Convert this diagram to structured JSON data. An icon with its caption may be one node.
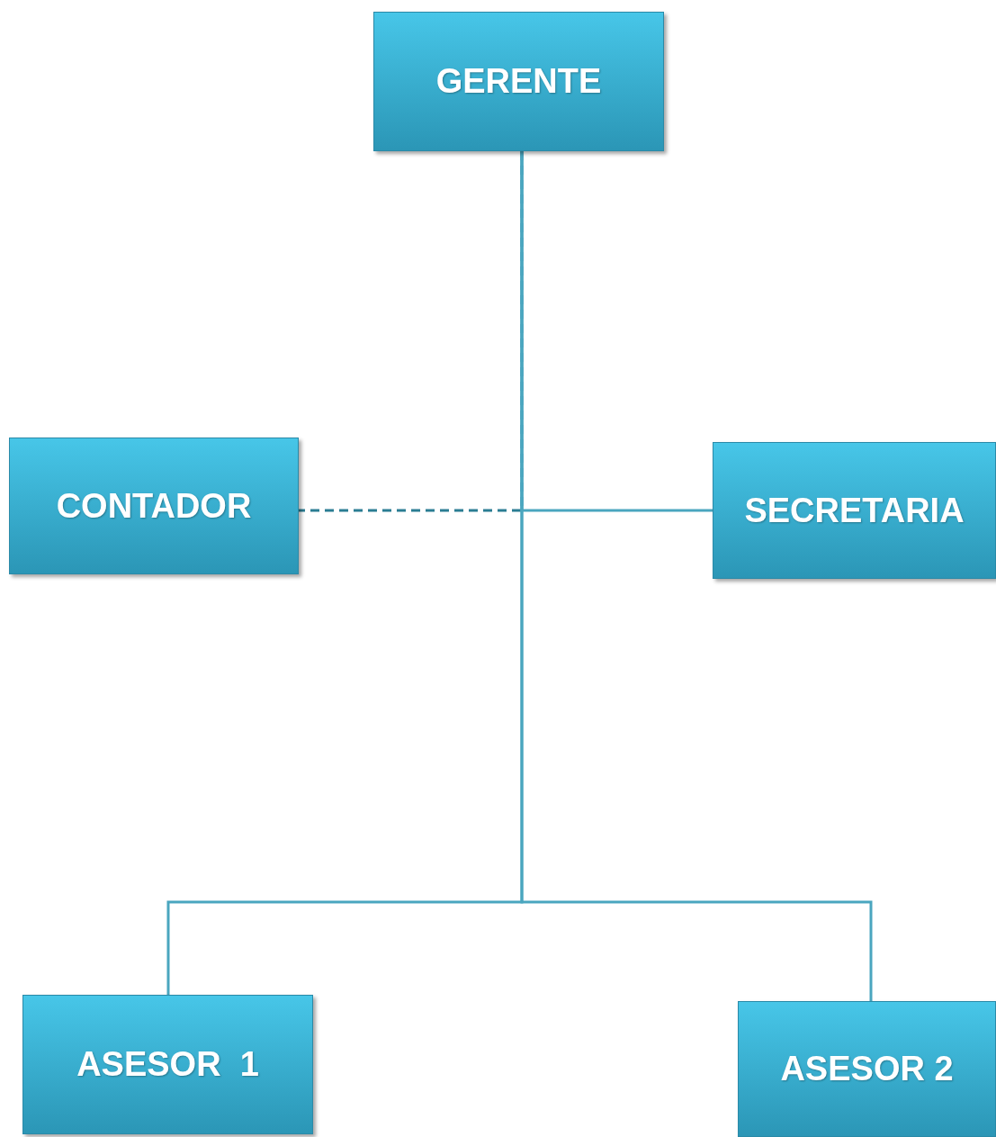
{
  "diagram": {
    "nodes": [
      {
        "text": [
          "GERENTE"
        ]
      },
      {
        "text": [
          "CONTADOR"
        ]
      },
      {
        "text": [
          "SECRETARIA"
        ]
      },
      {
        "text": [
          "ASESOR  1"
        ]
      },
      {
        "text": [
          "ASESOR 2"
        ]
      }
    ],
    "edges": [
      {
        "from": 0,
        "to": 1,
        "arrow": "none",
        "style": "dashed",
        "color": "#2b7d93"
      },
      {
        "from": 0,
        "to": 2,
        "arrow": "none"
      },
      {
        "from": 0,
        "to": 3,
        "arrow": "none"
      },
      {
        "from": 0,
        "to": 4,
        "arrow": "none"
      }
    ]
  }
}
